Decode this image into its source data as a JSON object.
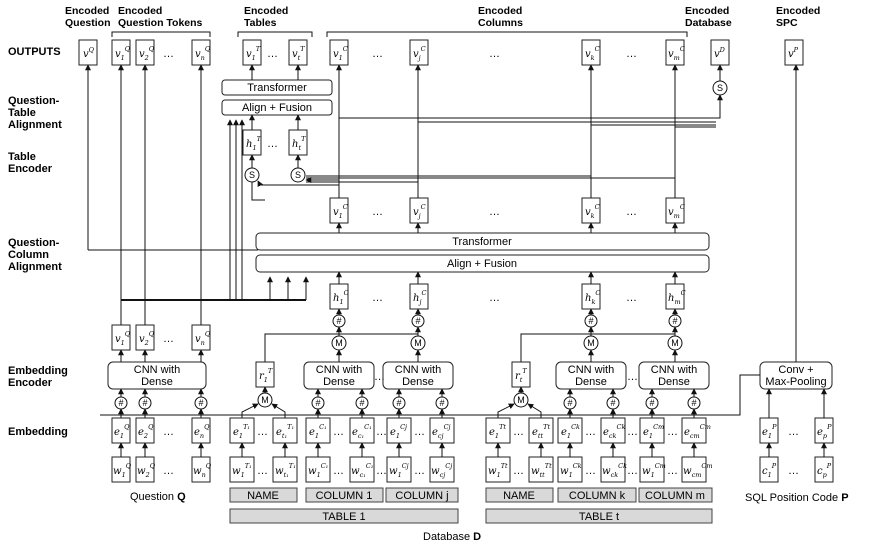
{
  "headers": {
    "encoded_question": "Encoded\nQuestion",
    "encoded_question_tokens": "Encoded\nQuestion Tokens",
    "encoded_tables": "Encoded\nTables",
    "encoded_columns": "Encoded\nColumns",
    "encoded_database": "Encoded\nDatabase",
    "encoded_spc": "Encoded\nSPC"
  },
  "stages": {
    "outputs": "OUTPUTS",
    "qt_alignment": "Question-\nTable\nAlignment",
    "table_encoder": "Table\nEncoder",
    "qc_alignment": "Question-\nColumn\nAlignment",
    "embedding_encoder": "Embedding\nEncoder",
    "embedding": "Embedding"
  },
  "modules": {
    "transformer": "Transformer",
    "align_fusion": "Align + Fusion",
    "cnn_dense": "CNN with\nDense",
    "conv_maxpool": "Conv +\nMax-Pooling"
  },
  "operators": {
    "sum": "#",
    "merge": "M",
    "select": "S"
  },
  "inputs": {
    "question": {
      "label": "Question ",
      "symbol": "Q"
    },
    "database": {
      "label": "Database ",
      "symbol": "D"
    },
    "spc": {
      "label": "SQL Position Code ",
      "symbol": "P"
    }
  },
  "db_items": {
    "name1": "NAME",
    "col1": "COLUMN 1",
    "colj": "COLUMN j",
    "table1": "TABLE 1",
    "name2": "NAME",
    "colk": "COLUMN k",
    "colm": "COLUMN m",
    "tablet": "TABLE t"
  },
  "ellipsis": "…"
}
